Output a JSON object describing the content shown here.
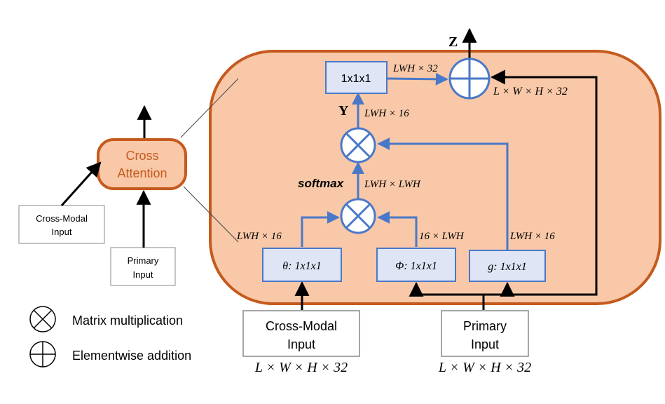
{
  "colors": {
    "big_shape_fill": "#f8c8a8",
    "big_shape_stroke": "#c55a1e",
    "block_fill": "#dfe5f5",
    "block_stroke": "#4a78c8",
    "arrow_blue": "#4a78c8",
    "arrow_black": "#000000",
    "cross_attention_text": "#c55a1e"
  },
  "left": {
    "cross_attention_line1": "Cross",
    "cross_attention_line2": "Attention",
    "cross_modal_line1": "Cross-Modal",
    "cross_modal_line2": "Input",
    "primary_line1": "Primary",
    "primary_line2": "Input"
  },
  "legend": {
    "matmul": "Matrix multiplication",
    "add": "Elementwise addition"
  },
  "blocks": {
    "top": "1x1x1",
    "theta": "θ: 1x1x1",
    "phi": "Φ: 1x1x1",
    "g": "g: 1x1x1"
  },
  "labels": {
    "z": "Z",
    "y": "Y",
    "softmax": "softmax",
    "lwh32": "LWH × 32",
    "lwhx32_out": "L × W × H × 32",
    "lwh16_y": "LWH × 16",
    "lwh_lwh": "LWH × LWH",
    "lwh16_theta": "LWH × 16",
    "t16_lwh": "16 × LWH",
    "lwh16_g": "LWH × 16"
  },
  "inputs": {
    "cross_modal_line1": "Cross-Modal",
    "cross_modal_line2": "Input",
    "cross_modal_dim": "L × W × H × 32",
    "primary_line1": "Primary",
    "primary_line2": "Input",
    "primary_dim": "L × W × H × 32"
  }
}
